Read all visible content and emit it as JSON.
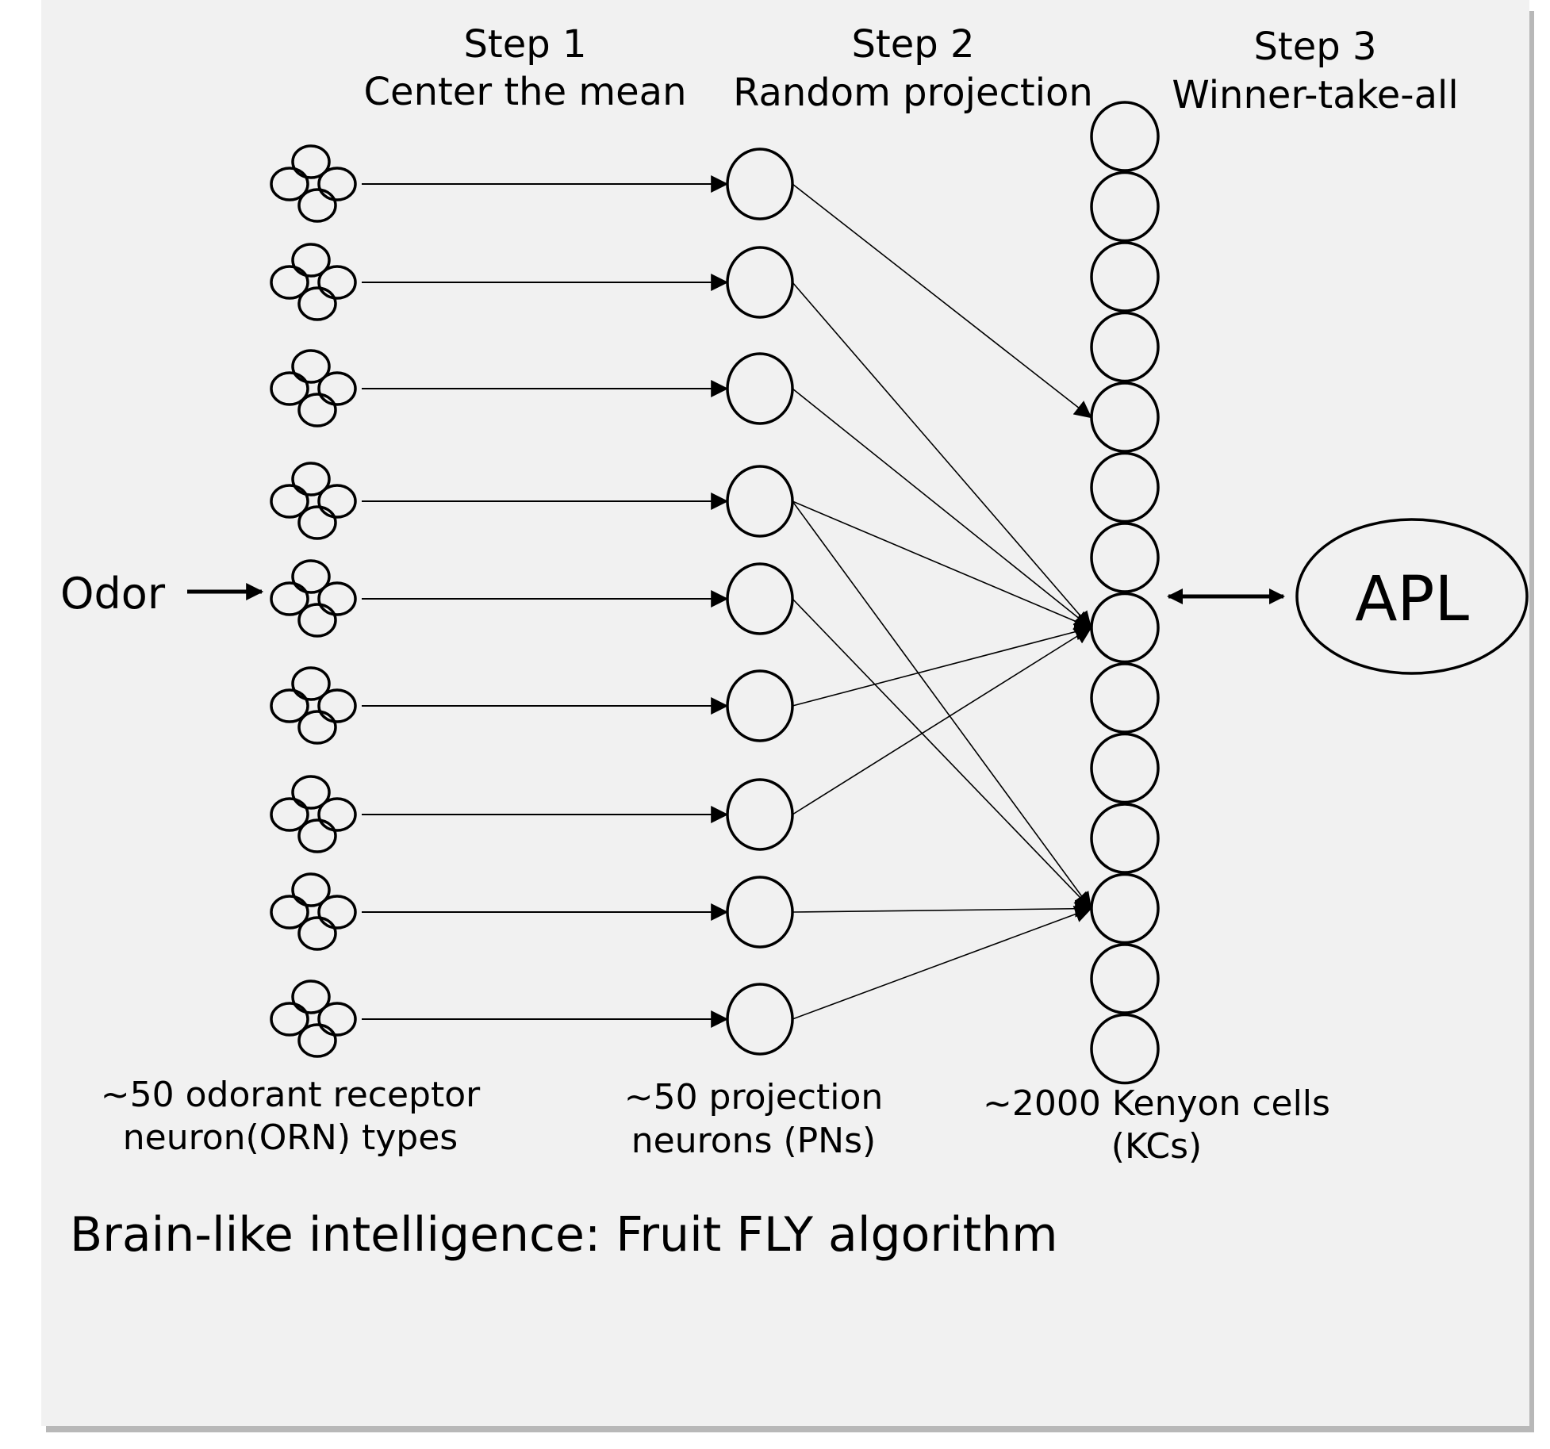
{
  "steps": [
    {
      "number": "Step 1",
      "name": "Center the mean"
    },
    {
      "number": "Step 2",
      "name": "Random projection"
    },
    {
      "number": "Step 3",
      "name": "Winner-take-all"
    }
  ],
  "input_label": "Odor",
  "apl_label": "APL",
  "layer_labels": {
    "orn": [
      "~50 odorant receptor",
      "neuron(ORN) types"
    ],
    "pn": [
      "~50 projection",
      "neurons (PNs)"
    ],
    "kc": [
      "~2000 Kenyon cells",
      "(KCs)"
    ]
  },
  "caption": "Brain-like intelligence: Fruit FLY algorithm",
  "network": {
    "orn_count": 9,
    "pn_count": 9,
    "kc_count": 14,
    "connections": [
      {
        "from_pn": 1,
        "to_kc": 5
      },
      {
        "from_pn": 2,
        "to_kc": 8
      },
      {
        "from_pn": 3,
        "to_kc": 8
      },
      {
        "from_pn": 4,
        "to_kc": 8
      },
      {
        "from_pn": 4,
        "to_kc": 12
      },
      {
        "from_pn": 5,
        "to_kc": 12
      },
      {
        "from_pn": 6,
        "to_kc": 8
      },
      {
        "from_pn": 7,
        "to_kc": 8
      },
      {
        "from_pn": 8,
        "to_kc": 12
      },
      {
        "from_pn": 9,
        "to_kc": 12
      }
    ]
  }
}
